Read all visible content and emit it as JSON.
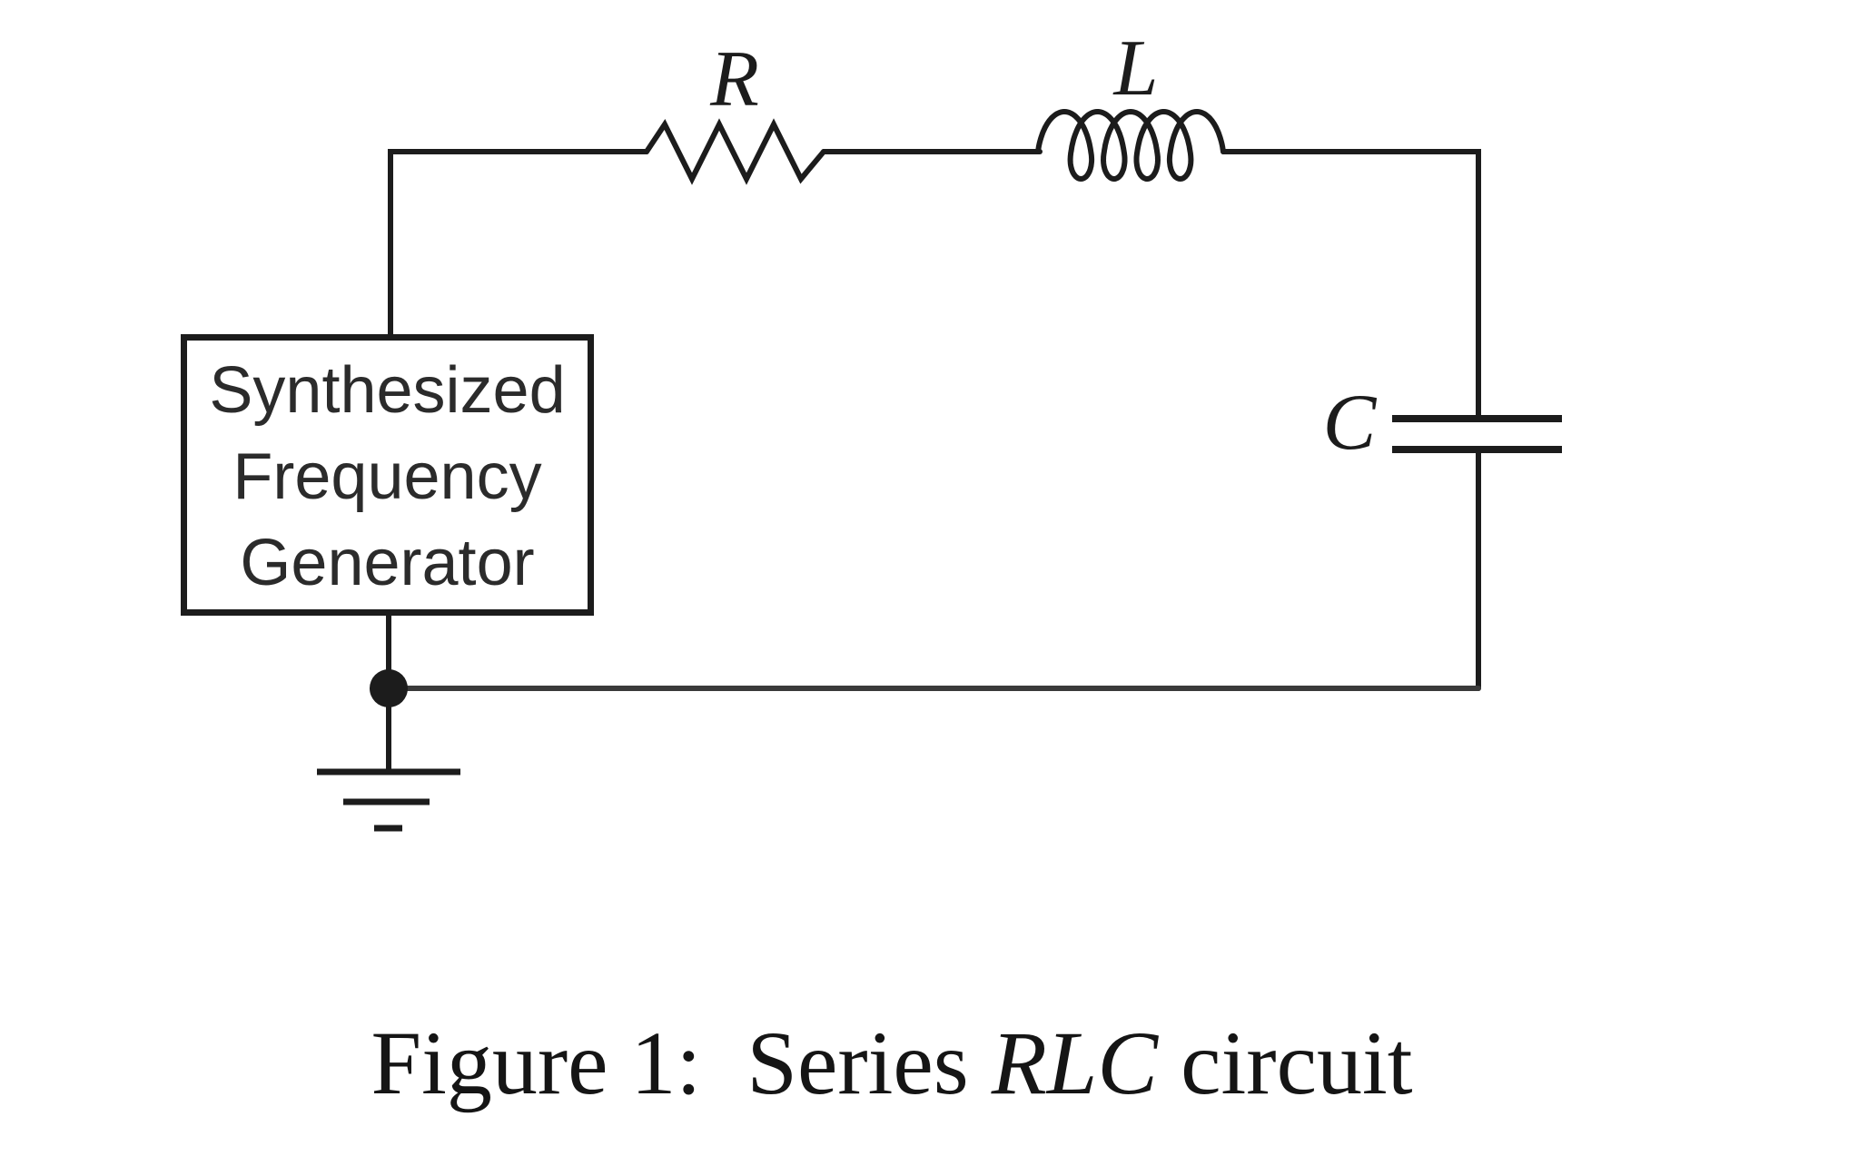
{
  "generator": {
    "lines": [
      "Synthesized",
      "Frequency",
      "Generator"
    ]
  },
  "labels": {
    "resistor": "R",
    "inductor": "L",
    "capacitor": "C"
  },
  "caption": {
    "prefix": "Figure 1:  ",
    "series": "Series ",
    "rlc": "RLC",
    "suffix": " circuit"
  },
  "colors": {
    "ink": "#1c1c1c",
    "wire_gray": "#3a3a3a",
    "text": "#2b2b2b",
    "background": "#ffffff"
  }
}
